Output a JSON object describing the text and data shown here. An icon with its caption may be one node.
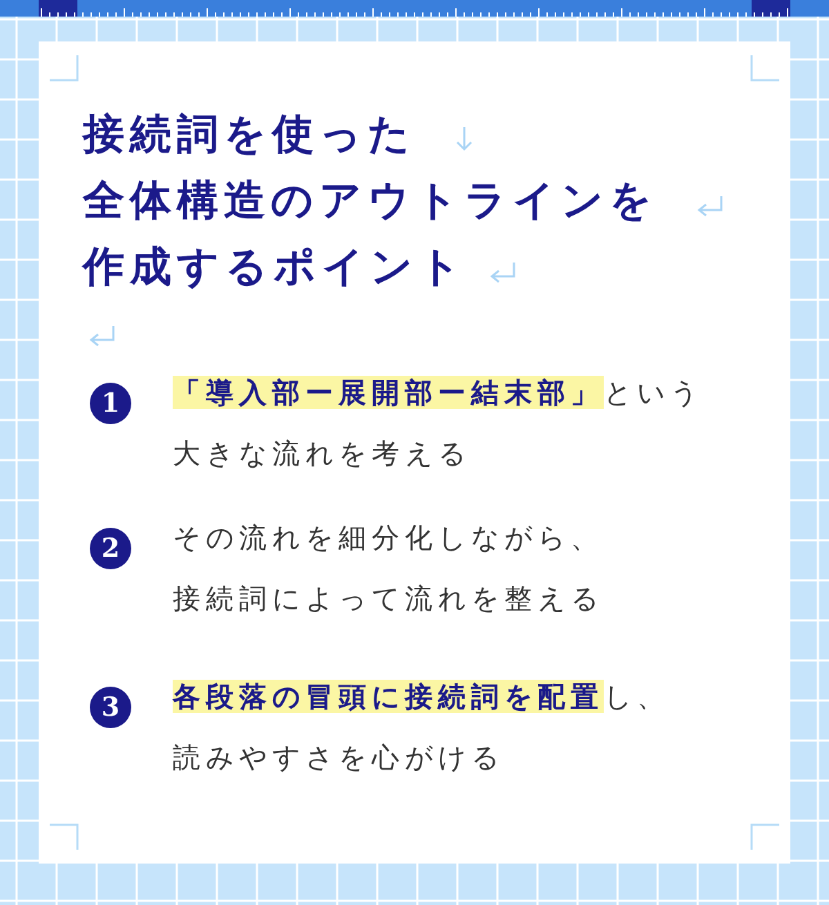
{
  "diagram": {
    "labels": [
      "接続詞を使った",
      "全体構造のアウトラインを",
      "作成するポイント",
      "1",
      "**「導入部ー展開部ー結末部」**という大きな流れを考える",
      "2",
      "その流れを細分化しながら、接続詞によって流れを整える",
      "3",
      "**各段落の冒頭に接続詞を配置**し、読みやすさを心がける"
    ]
  }
}
